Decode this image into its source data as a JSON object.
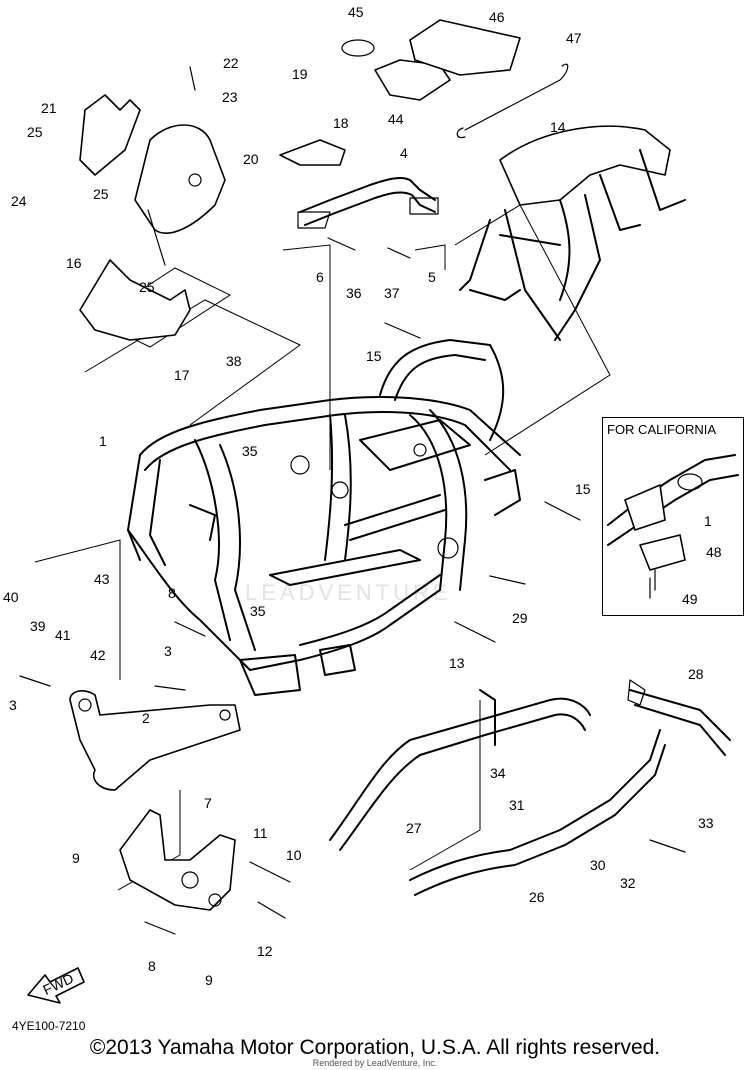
{
  "callouts": [
    "1",
    "2",
    "3",
    "3",
    "4",
    "5",
    "6",
    "7",
    "8",
    "8",
    "9",
    "9",
    "10",
    "11",
    "12",
    "13",
    "14",
    "15",
    "15",
    "16",
    "17",
    "18",
    "19",
    "20",
    "21",
    "22",
    "23",
    "24",
    "25",
    "25",
    "25",
    "26",
    "27",
    "28",
    "29",
    "30",
    "31",
    "32",
    "33",
    "34",
    "35",
    "35",
    "36",
    "37",
    "38",
    "39",
    "40",
    "41",
    "42",
    "43",
    "44",
    "45",
    "46",
    "47",
    "48",
    "49",
    "1"
  ],
  "inset_label": "FOR CALIFORNIA",
  "fwd_label": "FWD",
  "part_code": "4YE100-7210",
  "copyright": "©2013 Yamaha Motor Corporation, U.S.A. All rights reserved.",
  "rendered_by": "Rendered by LeadVenture, Inc.",
  "watermark": "LEADVENTURE"
}
